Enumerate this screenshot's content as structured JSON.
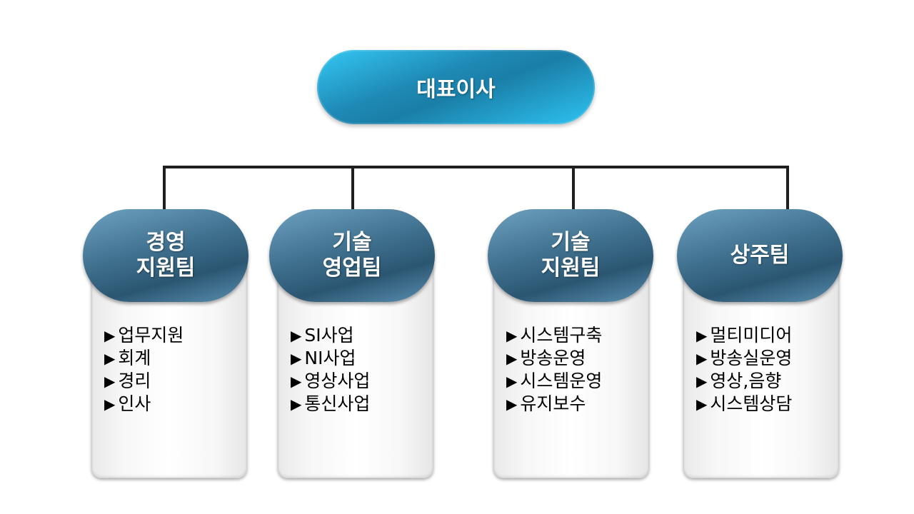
{
  "ceo": {
    "label": "대표이사"
  },
  "bullet": "▶",
  "teams": [
    {
      "name": "경영\n지원팀",
      "items": [
        "업무지원",
        "회계",
        "경리",
        "인사"
      ]
    },
    {
      "name": "기술\n영업팀",
      "items": [
        "SI사업",
        "NI사업",
        "영상사업",
        "통신사업"
      ]
    },
    {
      "name": "기술\n지원팀",
      "items": [
        "시스템구축",
        "방송운영",
        "시스템운영",
        "유지보수"
      ]
    },
    {
      "name": "상주팀",
      "items": [
        "멀티미디어",
        "방송실운영",
        "영상,음향",
        "시스템상담"
      ]
    }
  ],
  "colors": {
    "ceo_gradient": [
      "#35c8f4",
      "#1a7fa8"
    ],
    "team_gradient": [
      "#6ea1c0",
      "#2b5672"
    ],
    "connector": "#1f1f1f"
  }
}
